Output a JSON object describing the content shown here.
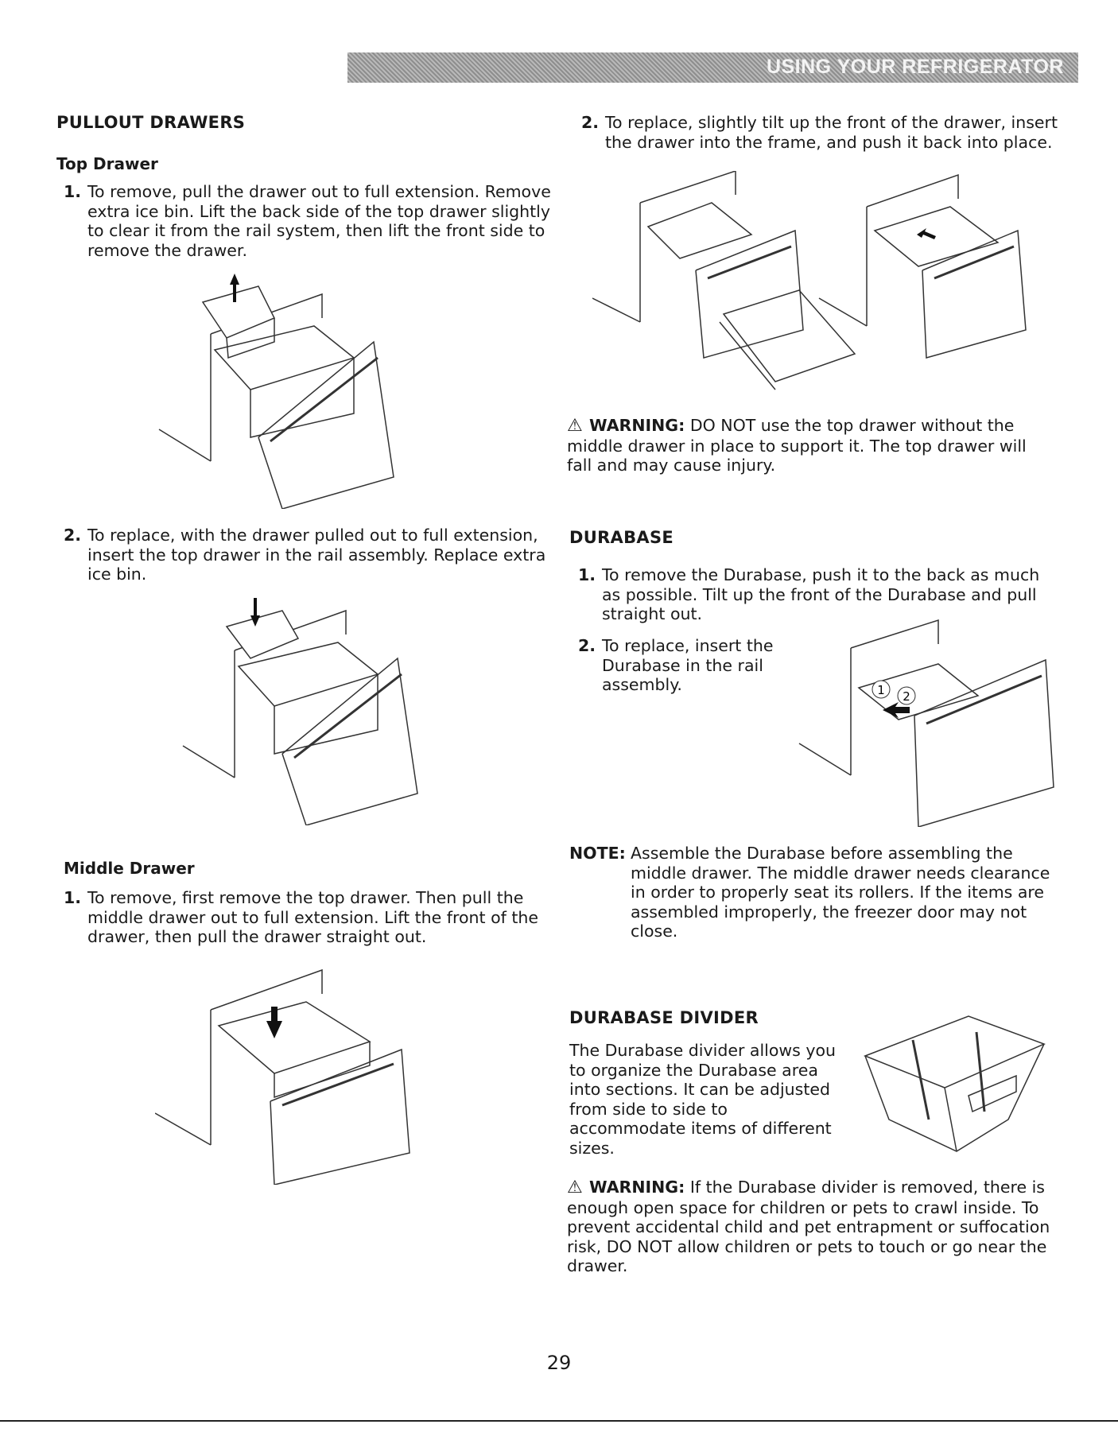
{
  "header": {
    "title": "USING YOUR REFRIGERATOR"
  },
  "pullout": {
    "heading": "PULLOUT DRAWERS",
    "top_drawer": {
      "heading": "Top Drawer",
      "step1_num": "1.",
      "step1": "To remove, pull the drawer out to full extension. Remove extra ice bin. Lift the back side of the top drawer slightly to clear it from the rail system, then lift the front side to remove the drawer.",
      "step2_num": "2.",
      "step2": "To replace, with the drawer pulled out to full extension, insert the top drawer in the rail assembly. Replace extra ice bin."
    },
    "middle_drawer": {
      "heading": "Middle Drawer",
      "step1_num": "1.",
      "step1": "To remove, first remove the top drawer. Then pull the middle drawer out to full extension. Lift the front of the drawer, then pull the drawer straight out.",
      "step2_num": "2.",
      "step2": "To replace, slightly tilt up the front of the drawer, insert the drawer into the frame, and push it back into place."
    }
  },
  "warning1": {
    "icon": "warning-triangle-icon",
    "label": "WARNING:",
    "text": "DO NOT use the top drawer without the middle drawer in place to support it. The top drawer will fall and may cause injury."
  },
  "durabase": {
    "heading": "DURABASE",
    "step1_num": "1.",
    "step1": "To remove the Durabase, push it to the back as much as possible. Tilt up the front of the Durabase and pull straight out.",
    "step2_num": "2.",
    "step2": "To replace, insert the Durabase in the rail assembly.",
    "callout1": "1",
    "callout2": "2"
  },
  "note": {
    "label": "NOTE:",
    "text": "Assemble the Durabase before assembling the middle drawer. The middle drawer needs clearance in order to properly seat its rollers. If the items are assembled improperly, the freezer door may not close."
  },
  "divider": {
    "heading": "DURABASE DIVIDER",
    "text": "The Durabase divider allows you to organize the Durabase area into sections. It can be adjusted from side to side to accommodate items of different sizes."
  },
  "warning2": {
    "icon": "warning-triangle-icon",
    "label": "WARNING:",
    "text": "If the Durabase divider is removed, there is enough open space for children or pets to crawl inside. To prevent accidental child and pet entrapment or suffocation risk, DO NOT allow children or pets to touch or go near the drawer."
  },
  "footer": {
    "page_number": "29"
  }
}
